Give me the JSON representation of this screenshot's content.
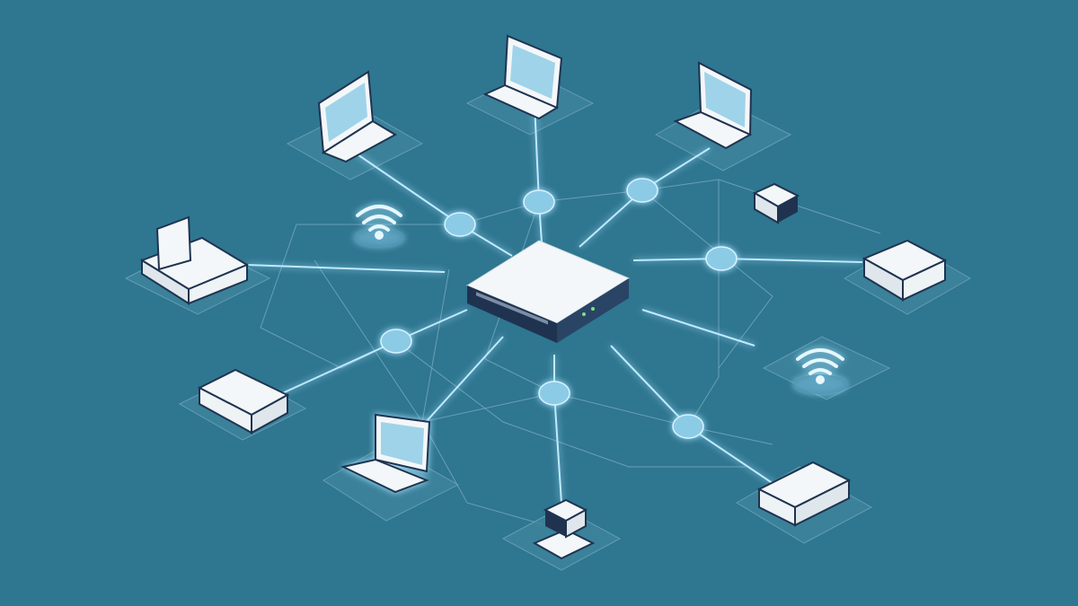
{
  "scene": {
    "title": "",
    "colors": {
      "background": "#2f7690",
      "link": "#bfeaff",
      "faint_link": "#7fb3c6",
      "device_body": "#f4f7f9",
      "device_dark": "#1f3350",
      "screen": "#9fd3ea",
      "hub": "#8ccbe6"
    },
    "nodes": [
      {
        "id": "central-switch",
        "icon": "network-switch-icon"
      },
      {
        "id": "laptop-top-left",
        "icon": "laptop-icon"
      },
      {
        "id": "laptop-top",
        "icon": "laptop-icon"
      },
      {
        "id": "laptop-top-right",
        "icon": "laptop-icon"
      },
      {
        "id": "laptop-bottom-left",
        "icon": "laptop-icon"
      },
      {
        "id": "printer",
        "icon": "printer-icon"
      },
      {
        "id": "wifi-left",
        "icon": "wifi-icon"
      },
      {
        "id": "wifi-right",
        "icon": "wifi-icon"
      },
      {
        "id": "server-right",
        "icon": "server-icon"
      },
      {
        "id": "router-left",
        "icon": "router-icon"
      },
      {
        "id": "router-bottom-right",
        "icon": "router-icon"
      },
      {
        "id": "storage-box",
        "icon": "storage-icon"
      },
      {
        "id": "iot-device-bottom",
        "icon": "iot-device-icon"
      }
    ]
  }
}
